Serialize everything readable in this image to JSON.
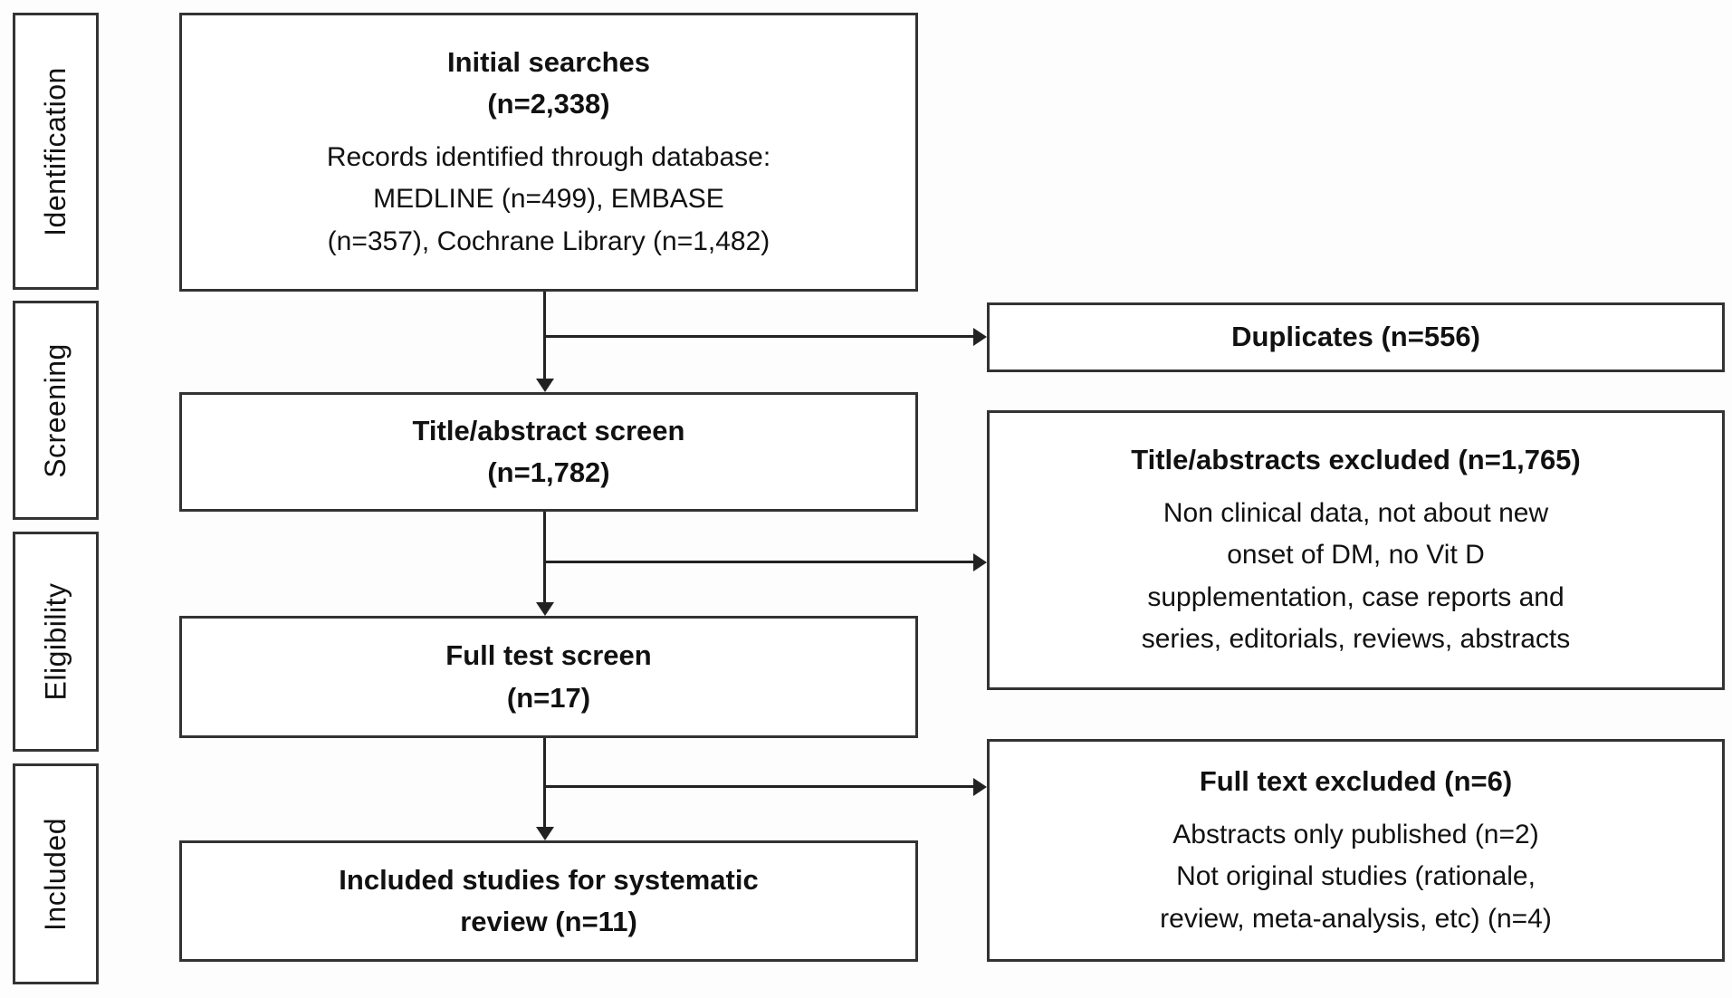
{
  "sidebar": {
    "stages": [
      {
        "label": "Identification"
      },
      {
        "label": "Screening"
      },
      {
        "label": "Eligibility"
      },
      {
        "label": "Included"
      }
    ]
  },
  "flow": {
    "initial": {
      "title_lines": [
        "Initial searches",
        "(n=2,338)"
      ],
      "body_lines": [
        "Records identified through database:",
        "MEDLINE (n=499), EMBASE",
        "(n=357), Cochrane Library (n=1,482)"
      ]
    },
    "title_abstract_screen": {
      "title_lines": [
        "Title/abstract screen",
        "(n=1,782)"
      ]
    },
    "full_text_screen": {
      "title_lines": [
        "Full test screen",
        "(n=17)"
      ]
    },
    "included_studies": {
      "title_lines": [
        "Included studies for systematic",
        "review (n=11)"
      ]
    }
  },
  "exclusions": {
    "duplicates": {
      "title_lines": [
        "Duplicates (n=556)"
      ]
    },
    "title_abstracts_excluded": {
      "title_lines": [
        "Title/abstracts excluded (n=1,765)"
      ],
      "body_lines": [
        "Non clinical data, not about new",
        "onset of DM, no Vit D",
        "supplementation, case reports and",
        "series, editorials, reviews, abstracts"
      ]
    },
    "full_text_excluded": {
      "title_lines": [
        "Full text excluded (n=6)"
      ],
      "body_lines": [
        "Abstracts only published (n=2)",
        "Not original studies (rationale,",
        "review, meta-analysis, etc) (n=4)"
      ]
    }
  },
  "colors": {
    "background": "#fdfdfd",
    "box_fill": "#ffffff",
    "border": "#333333",
    "text": "#111111",
    "arrow": "#222222"
  }
}
